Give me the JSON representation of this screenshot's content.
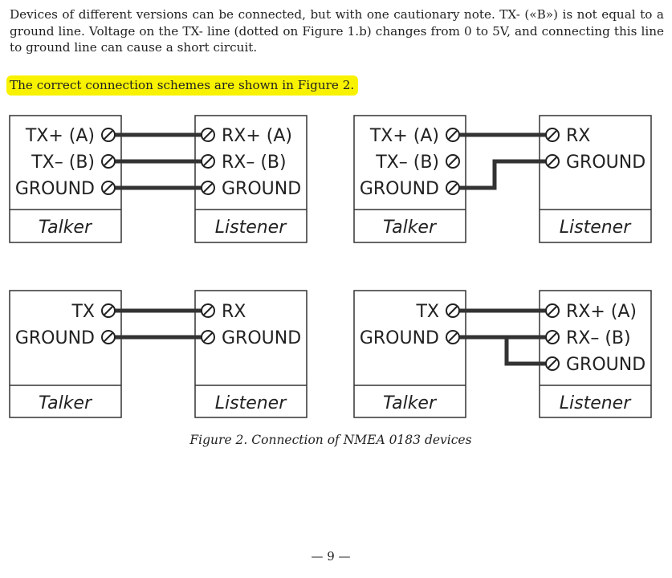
{
  "intro_text": "Devices of different versions can be connected, but with one cautionary note. TX- («B») is not equal to a ground line. Voltage on the TX- line (dotted on Figure 1.b) changes from 0 to 5V, and connecting this line to ground line can cause a short circuit.",
  "highlight_text": "The correct connection schemes are shown in Figure 2.",
  "diagrams": {
    "d1": {
      "left": [
        "TX+ (A)",
        "TX– (B)",
        "GROUND"
      ],
      "right": [
        "RX+ (A)",
        "RX– (B)",
        "GROUND"
      ],
      "left_device": "Talker",
      "right_device": "Listener"
    },
    "d2": {
      "left": [
        "TX+ (A)",
        "TX– (B)",
        "GROUND"
      ],
      "right": [
        "RX",
        "GROUND"
      ],
      "left_device": "Talker",
      "right_device": "Listener"
    },
    "d3": {
      "left": [
        "TX",
        "GROUND"
      ],
      "right": [
        "RX",
        "GROUND"
      ],
      "left_device": "Talker",
      "right_device": "Listener"
    },
    "d4": {
      "left": [
        "TX",
        "GROUND"
      ],
      "right": [
        "RX+ (A)",
        "RX– (B)",
        "GROUND"
      ],
      "left_device": "Talker",
      "right_device": "Listener"
    }
  },
  "caption": "Figure 2. Connection of NMEA 0183 devices",
  "page_number": "— 9 —"
}
